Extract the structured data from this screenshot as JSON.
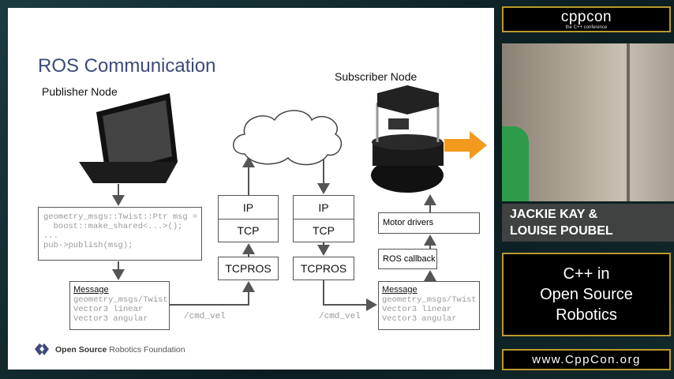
{
  "slide": {
    "title": "ROS Communication",
    "publisher_label": "Publisher Node",
    "subscriber_label": "Subscriber Node",
    "code_lines": [
      "geometry_msgs::Twist::Ptr msg =",
      "  boost::make_shared<...>();",
      "...",
      "pub->publish(msg);"
    ],
    "message_left": {
      "heading": "Message",
      "lines": [
        "geometry_msgs/Twist",
        "Vector3 linear",
        "Vector3 angular"
      ]
    },
    "message_right": {
      "heading": "Message",
      "lines": [
        "geometry_msgs/Twist",
        "Vector3 linear",
        "Vector3 angular"
      ]
    },
    "stack_left": {
      "ip": "IP",
      "tcp": "TCP",
      "tcpros": "TCPROS"
    },
    "stack_right": {
      "ip": "IP",
      "tcp": "TCP",
      "tcpros": "TCPROS"
    },
    "topic_left": "/cmd_vel",
    "topic_right": "/cmd_vel",
    "motor_drivers": "Motor drivers",
    "ros_callback": "ROS callback",
    "footer_logo": {
      "bold": "Open Source",
      "light": "Robotics Foundation"
    }
  },
  "sidebar": {
    "logo": {
      "main": "cppcon",
      "tagline": "the C++ conference"
    },
    "speakers": [
      "JACKIE KAY &",
      "LOUISE POUBEL"
    ],
    "talk_title": [
      "C++ in",
      "Open Source",
      "Robotics"
    ],
    "website": "www.CppCon.org",
    "accent": "#b99a2e",
    "arrow_color": "#f39a1e"
  }
}
